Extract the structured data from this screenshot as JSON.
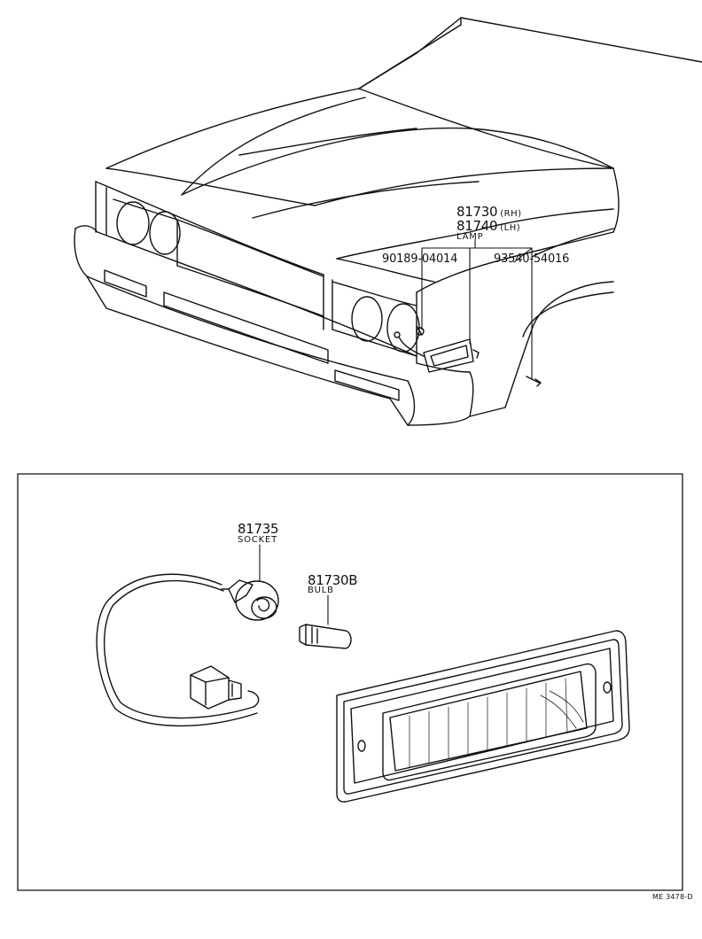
{
  "labels": {
    "lamp_rh_number": "81730",
    "lamp_rh_suffix": "(RH)",
    "lamp_lh_number": "81740",
    "lamp_lh_suffix": "(LH)",
    "lamp_word": "LAMP",
    "part_left": "90189-04014",
    "part_right": "93540-54016",
    "socket_number": "81735",
    "socket_word": "SOCKET",
    "bulb_number": "81730B",
    "bulb_word": "BULB",
    "drawing_ref": "ME 3478-D"
  }
}
